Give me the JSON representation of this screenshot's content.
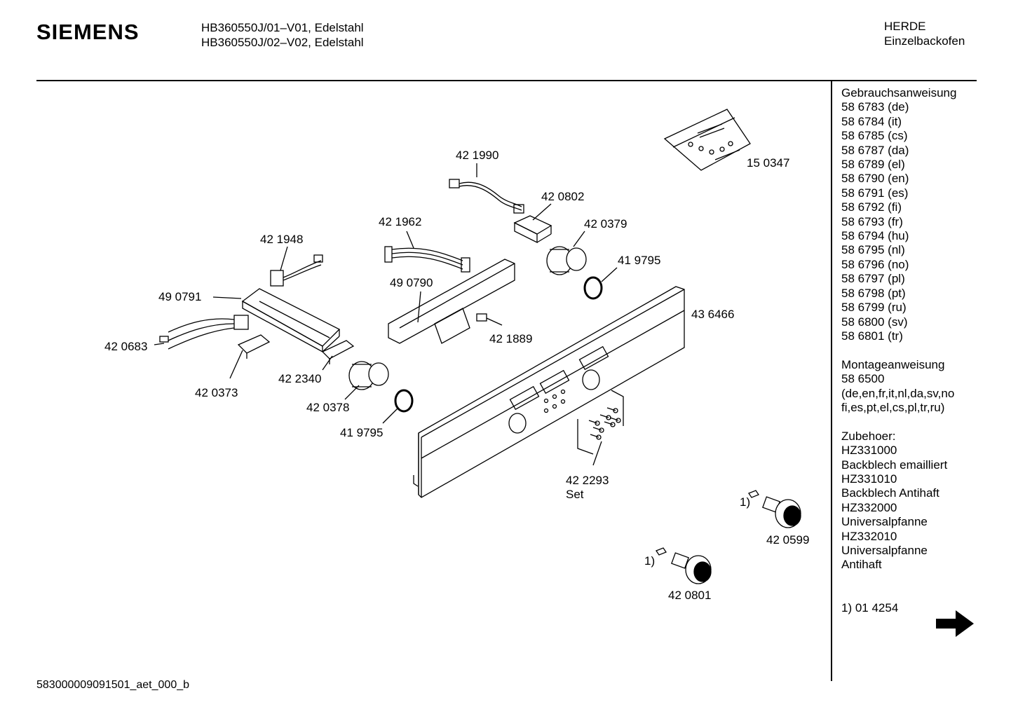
{
  "header": {
    "brand": "SIEMENS",
    "model_line_1": "HB360550J/01–V01, Edelstahl",
    "model_line_2": "HB360550J/02–V02, Edelstahl",
    "category": "HERDE",
    "subcategory": "Einzelbackofen"
  },
  "parts": {
    "p150347": "15 0347",
    "p421990": "42 1990",
    "p420802": "42 0802",
    "p421962": "42 1962",
    "p420379": "42 0379",
    "p421948": "42 1948",
    "p419795a": "41 9795",
    "p490790": "49 0790",
    "p490791": "49 0791",
    "p436466": "43 6466",
    "p421889": "42 1889",
    "p420683": "42 0683",
    "p422340": "42 2340",
    "p420373": "42 0373",
    "p420378": "42 0378",
    "p419795b": "41 9795",
    "p422293": "42 2293",
    "p422293_set": "Set",
    "p420599": "42 0599",
    "p420801": "42 0801",
    "footnote_marker_1": "1)",
    "footnote_marker_2": "1)"
  },
  "sidebar": {
    "manual_title": "Gebrauchsanweisung",
    "manuals": [
      "58 6783 (de)",
      "58 6784 (it)",
      "58 6785 (cs)",
      "58 6787 (da)",
      "58 6789 (el)",
      "58 6790 (en)",
      "58 6791 (es)",
      "58 6792 (fi)",
      "58 6793 (fr)",
      "58 6794 (hu)",
      "58 6795 (nl)",
      "58 6796 (no)",
      "58 6797 (pl)",
      "58 6798 (pt)",
      "58 6799 (ru)",
      "58 6800 (sv)",
      "58 6801 (tr)"
    ],
    "install_title": "Montageanweisung",
    "install_number": "58 6500",
    "install_langs_1": "(de,en,fr,it,nl,da,sv,no",
    "install_langs_2": "fi,es,pt,el,cs,pl,tr,ru)",
    "accessories_title": "Zubehoer:",
    "accessories": [
      "HZ331000",
      "Backblech emailliert",
      "HZ331010",
      "Backblech Antihaft",
      "HZ332000",
      "Universalpfanne",
      "HZ332010",
      "Universalpfanne",
      "Antihaft"
    ],
    "footnote": "1) 01 4254"
  },
  "footer": {
    "code": "583000009091501_aet_000_b"
  },
  "icons": {
    "next_page": "arrow-right-icon"
  }
}
